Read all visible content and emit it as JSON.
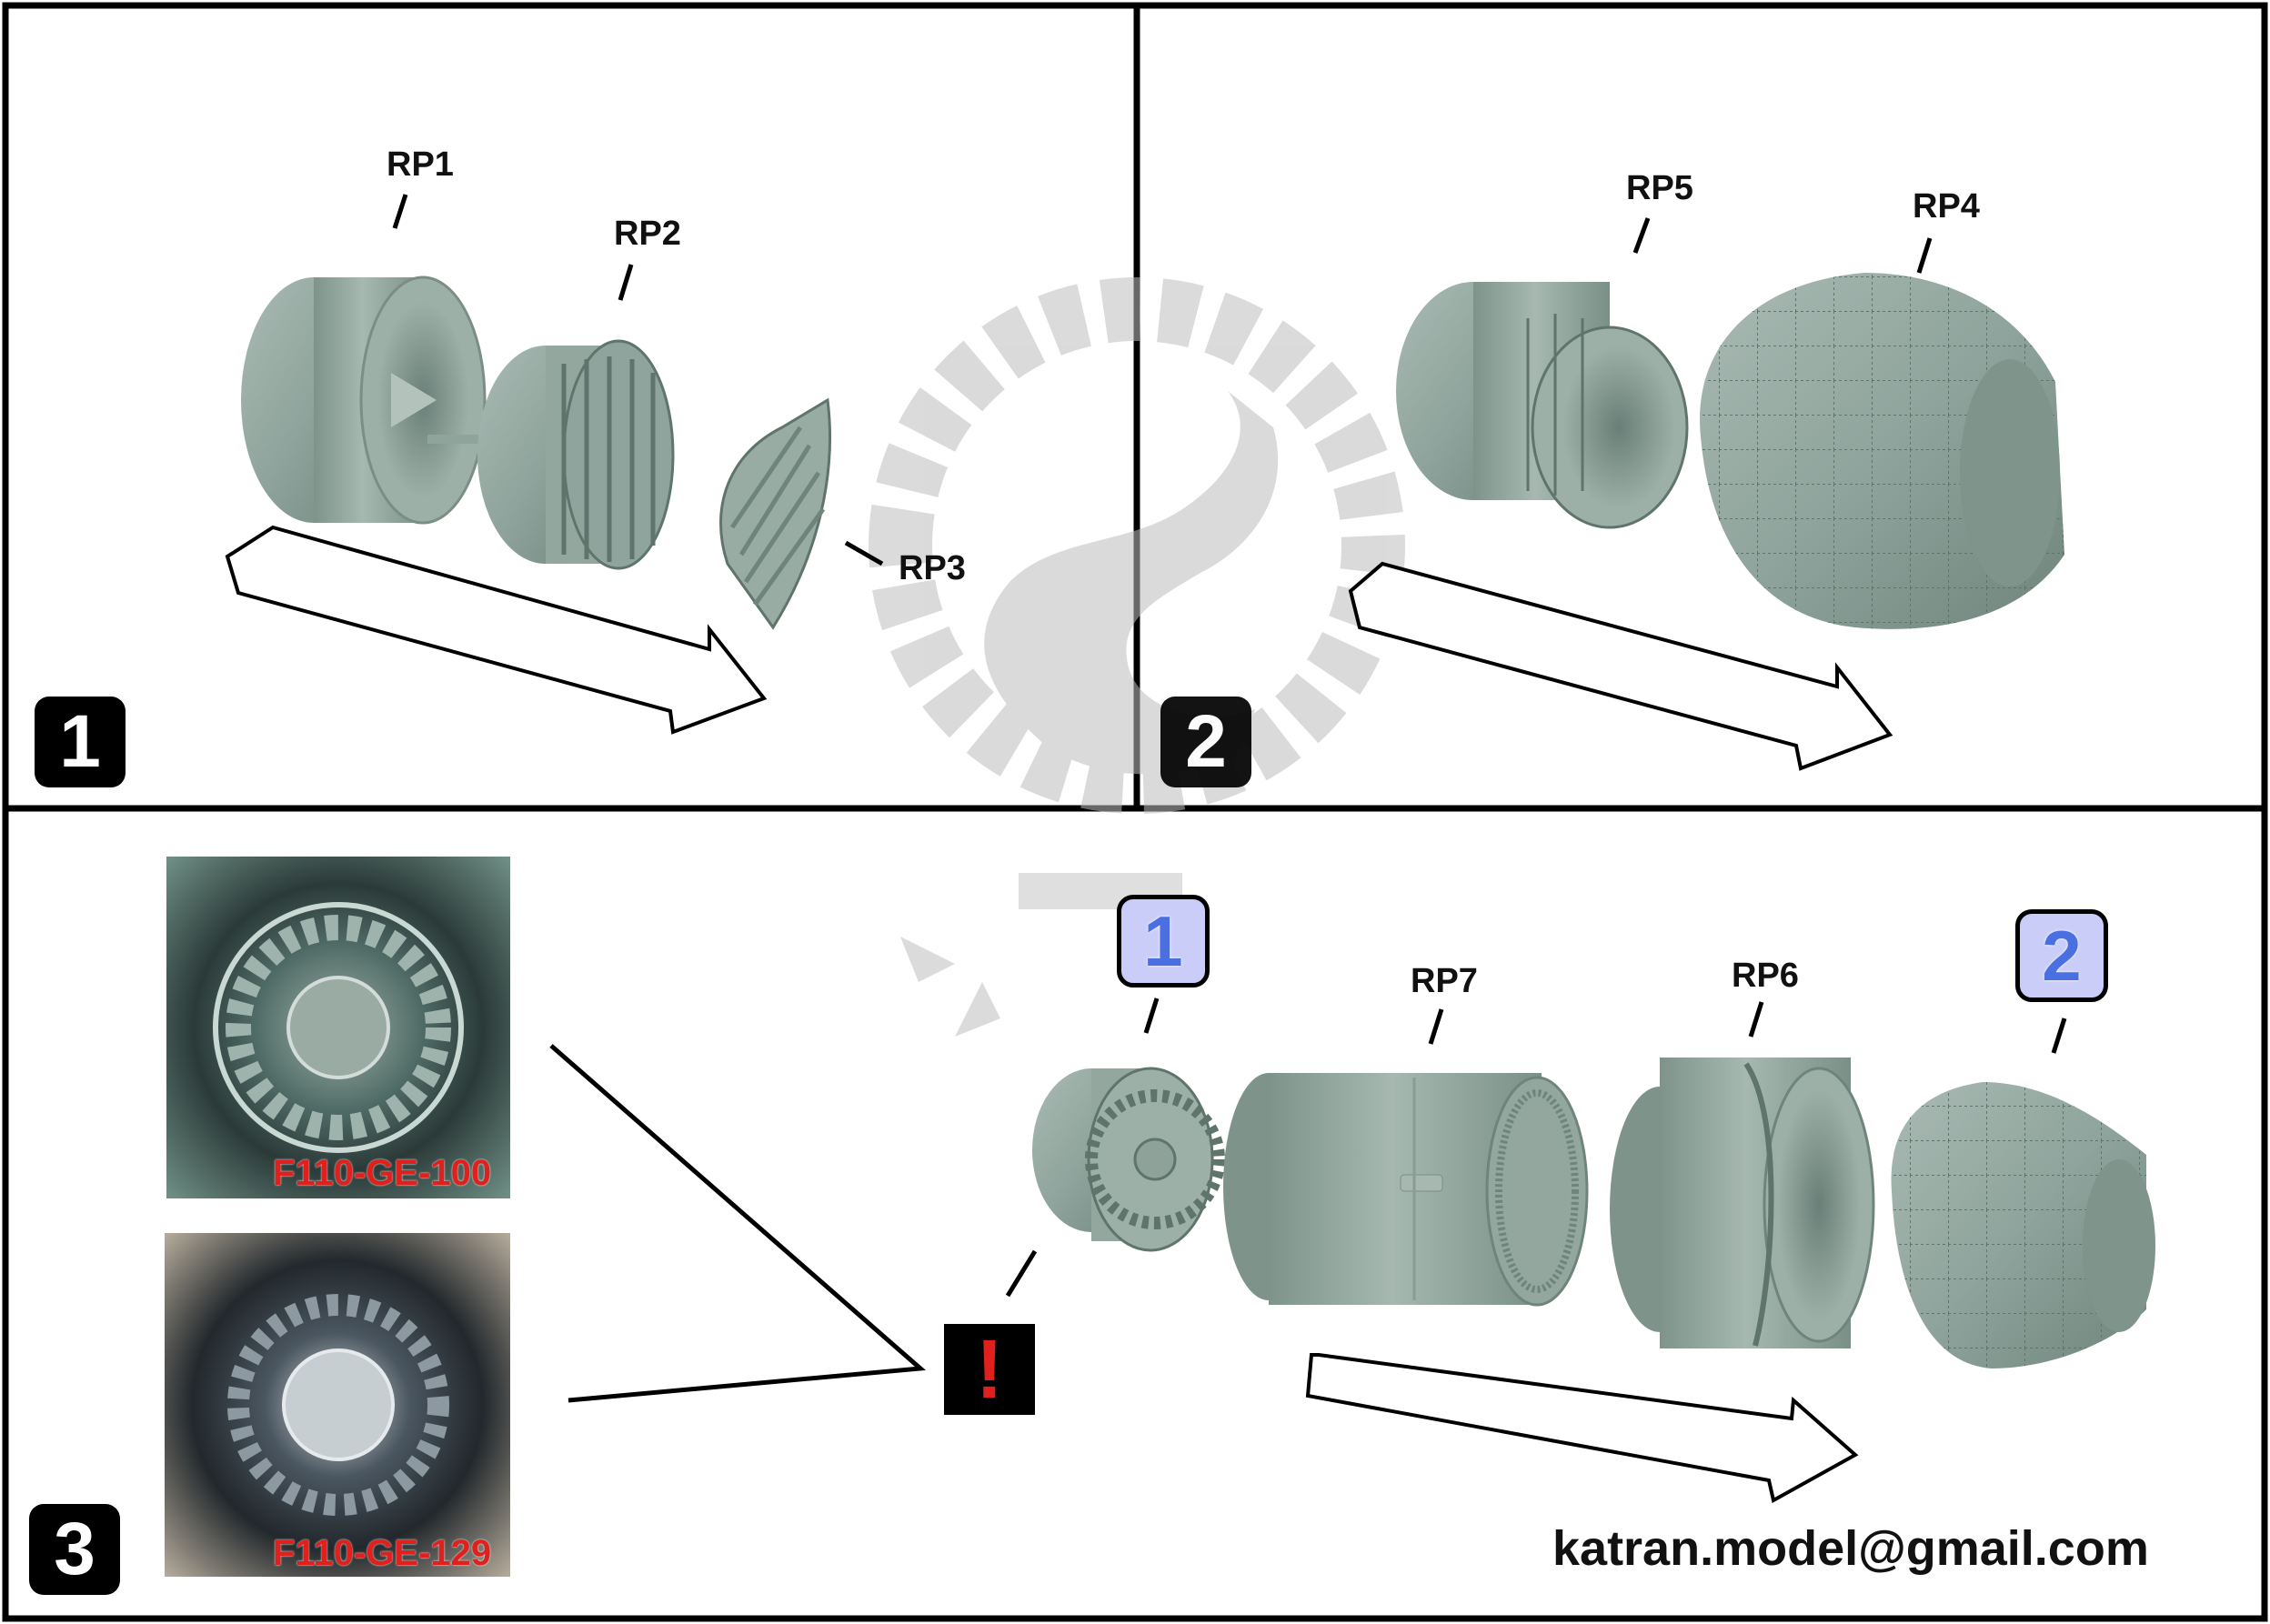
{
  "steps": {
    "one": "1",
    "two": "2",
    "three": "3"
  },
  "parts": {
    "rp1": "RP1",
    "rp2": "RP2",
    "rp3": "RP3",
    "rp4": "RP4",
    "rp5": "RP5",
    "rp6": "RP6",
    "rp7": "RP7"
  },
  "refs": {
    "step1": "1",
    "step2": "2"
  },
  "photos": {
    "top_caption": "F110-GE-100",
    "bottom_caption": "F110-GE-129"
  },
  "warning": "!",
  "contact_email": "katran.model@gmail.com",
  "colors": {
    "part_fill": "#8fa49c",
    "part_dark": "#6f857c",
    "frame": "#000000",
    "warning_red": "#e0201c",
    "ref_badge_fill": "#c9cdf8",
    "ref_badge_text": "#4a6fe0",
    "watermark": "#bdbdbd"
  }
}
